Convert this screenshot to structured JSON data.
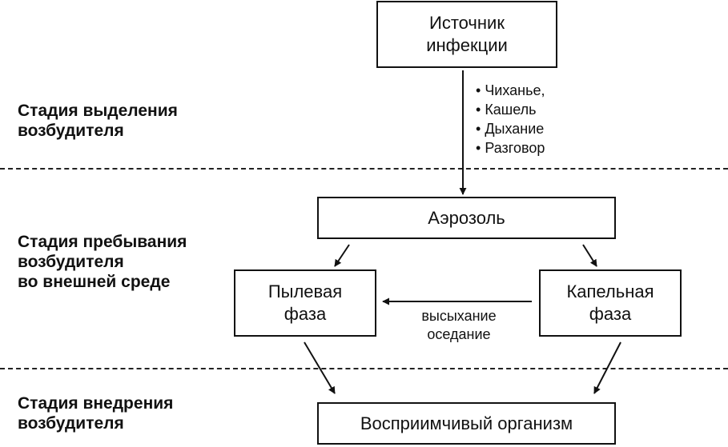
{
  "stages": [
    {
      "id": "release",
      "label": "Стадия выделения\nвозбудителя"
    },
    {
      "id": "environment",
      "label": "Стадия пребывания\nвозбудителя\nво внешней среде"
    },
    {
      "id": "invasion",
      "label": "Стадия внедрения\nвозбудителя"
    }
  ],
  "nodes": {
    "source": "Источник\nинфекции",
    "aerosol": "Аэрозоль",
    "dust": "Пылевая\nфаза",
    "droplet": "Капельная\nфаза",
    "host": "Восприимчивый организм"
  },
  "release_routes": [
    "Чиханье,",
    "Кашель",
    "Дыхание",
    "Разговор"
  ],
  "transition_label": "высыхание\nоседание"
}
